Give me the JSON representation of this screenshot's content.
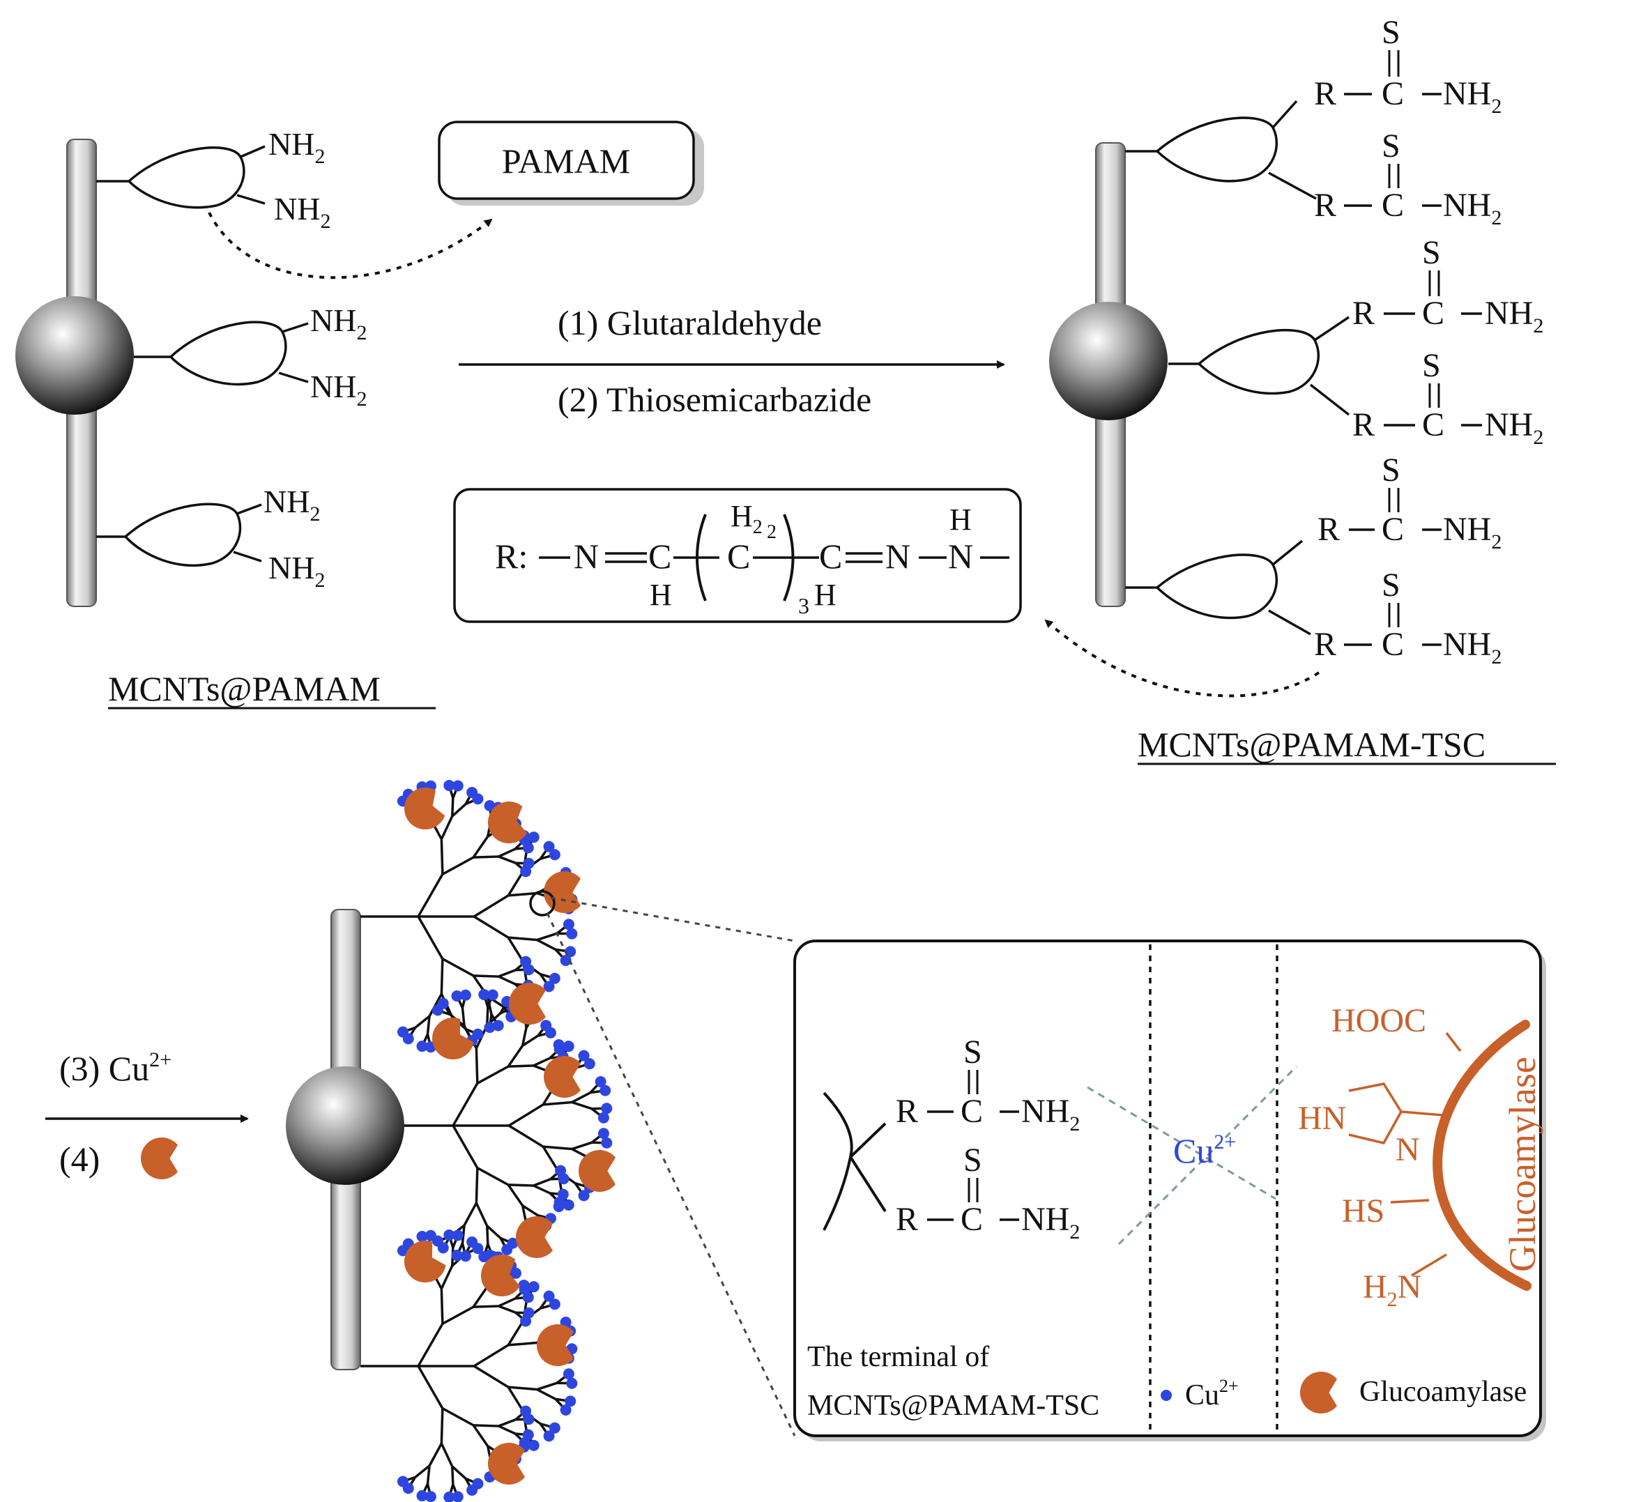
{
  "top": {
    "pamam_box": "PAMAM",
    "nh": "NH",
    "sub2": "2",
    "step1": "(1) Glutaraldehyde",
    "step2": "(2) Thiosemicarbazide",
    "left_caption": "MCNTs@PAMAM",
    "right_caption": "MCNTs@PAMAM-TSC",
    "R": "R",
    "C": "C",
    "S": "S"
  },
  "r_def": {
    "prefix": "R:",
    "N": "N",
    "C": "C",
    "H": "H",
    "H2": "H",
    "sub2": "2",
    "sub3": "3"
  },
  "bottom": {
    "step3": "(3) Cu",
    "step3_sup": "2+",
    "step4": "(4)"
  },
  "inset": {
    "cu": "Cu",
    "cu_sup": "2+",
    "hooc": "HOOC",
    "hn": "HN",
    "n": "N",
    "hs": "HS",
    "h2n_h": "H",
    "h2n_sub": "2",
    "h2n_n": "N",
    "glucoamylase_vertical": "Glucoamylase",
    "legend_terminal_line1": "The terminal of",
    "legend_terminal_line2": "MCNTs@PAMAM-TSC",
    "legend_cu": "Cu",
    "legend_cu_sup": "2+",
    "legend_enzyme": "Glucoamylase"
  },
  "colors": {
    "enzyme": "#c8602a",
    "copper": "#2e46e0",
    "tube": "#d9d9d9",
    "line": "#111111"
  }
}
